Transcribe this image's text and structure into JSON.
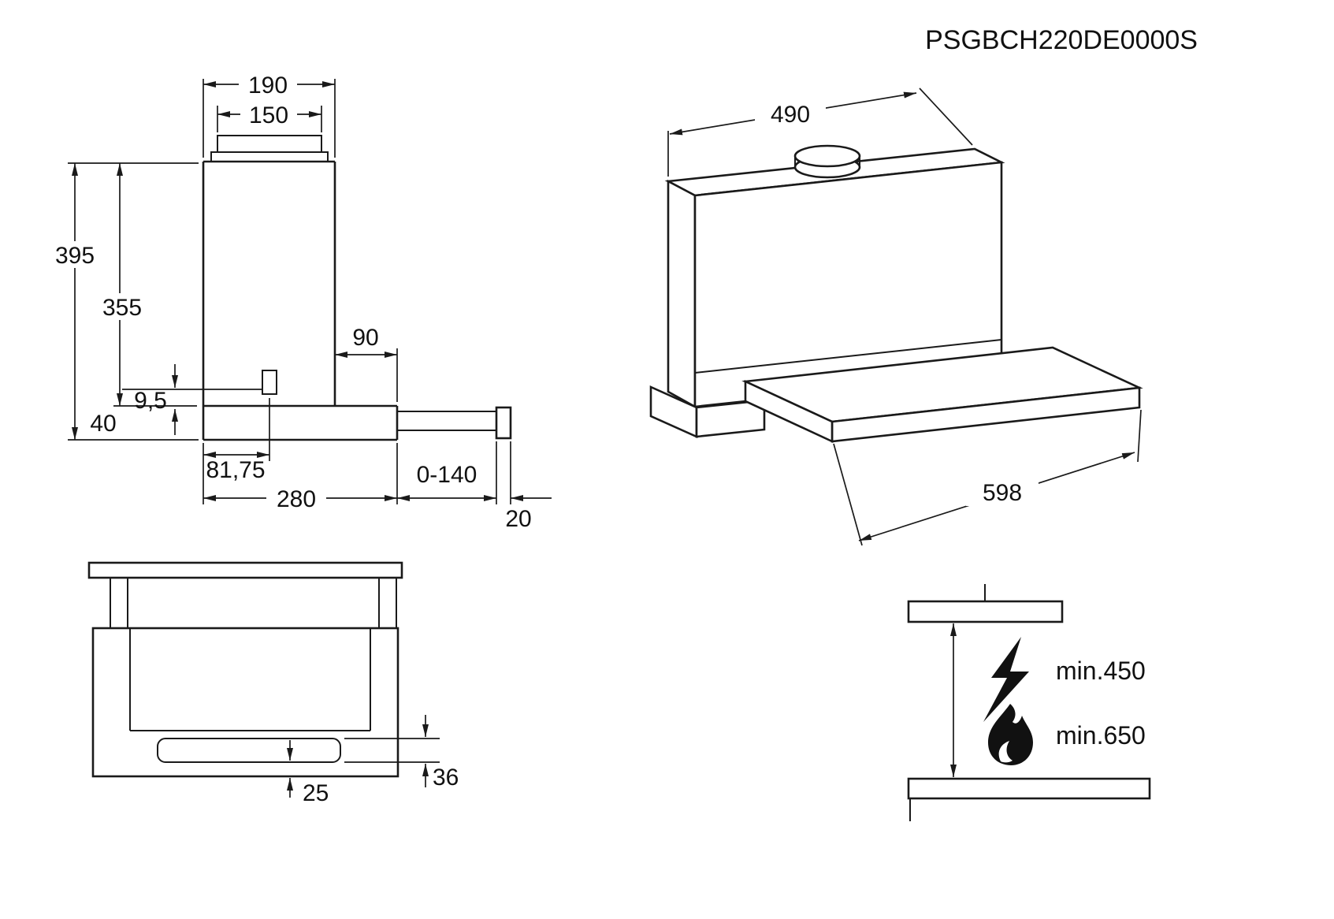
{
  "title": "PSGBCH220DE0000S",
  "side_view": {
    "chimney_width": "190",
    "duct_width": "150",
    "total_height": "395",
    "upper_height": "355",
    "top_clearance": "90",
    "cutout_offset": "9,5",
    "canopy_height": "40",
    "cutout_center": "81,75",
    "canopy_depth": "280",
    "pullout_travel": "0-140",
    "front_strip": "20"
  },
  "isometric_view": {
    "depth": "490",
    "width": "598"
  },
  "front_view": {
    "panel_height": "36",
    "bottom_inset": "25"
  },
  "clearance_view": {
    "electric_min": "min.450",
    "gas_min": "min.650"
  },
  "colors": {
    "line": "#1a1a1a",
    "background": "#ffffff"
  }
}
